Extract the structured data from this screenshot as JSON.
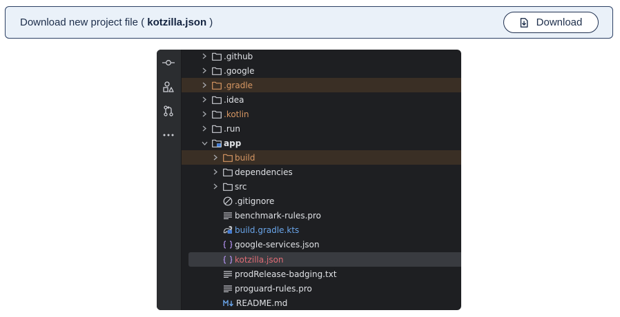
{
  "banner": {
    "text_prefix": "Download new project file ( ",
    "filename": "kotzilla.json",
    "text_suffix": " )",
    "download_label": "Download"
  },
  "ide": {
    "tool_strip": [
      "commit-icon",
      "shapes-icon",
      "pull-requests-icon",
      "more-icon"
    ],
    "tree": [
      {
        "label": ".github"
      },
      {
        "label": ".google"
      },
      {
        "label": ".gradle"
      },
      {
        "label": ".idea"
      },
      {
        "label": ".kotlin"
      },
      {
        "label": ".run"
      },
      {
        "label": "app"
      },
      {
        "label": "build"
      },
      {
        "label": "dependencies"
      },
      {
        "label": "src"
      },
      {
        "label": ".gitignore"
      },
      {
        "label": "benchmark-rules.pro"
      },
      {
        "label": "build.gradle.kts"
      },
      {
        "label": "google-services.json"
      },
      {
        "label": "kotzilla.json"
      },
      {
        "label": "prodRelease-badging.txt"
      },
      {
        "label": "proguard-rules.pro"
      },
      {
        "label": "README.md"
      }
    ]
  },
  "colors": {
    "accent": "#1c2d4a",
    "folder_excluded": "#d79763",
    "modified": "#6aa5ea",
    "new_file": "#e06c75"
  }
}
